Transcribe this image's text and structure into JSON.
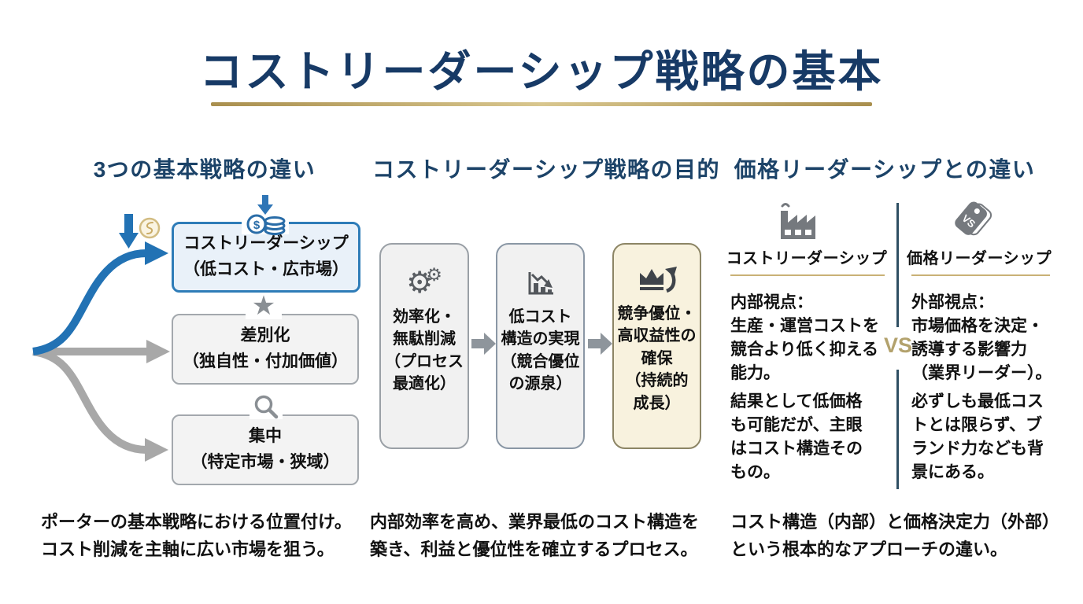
{
  "title": {
    "text": "コストリーダーシップ戦略の基本"
  },
  "palette": {
    "title_navy": "#173a66",
    "heading_blue": "#1c4368",
    "accent_gold": "#b49a57",
    "arrow_blue": "#2272b4",
    "arrow_gray": "#a8a8a8",
    "vs_gold": "#b3a26d",
    "box_blue_fill": "#e9f1f9",
    "box_blue_border": "#2e7cb8",
    "box_gray_fill": "#f3f3f3",
    "box_cream_fill": "#f8f2de",
    "divider_slate": "#2f4f63"
  },
  "glyphs": {
    "star": "★",
    "gear": "⚙",
    "dollar": "$"
  },
  "columns": {
    "basic": {
      "heading": "3つの基本戦略の違い",
      "boxes": [
        {
          "icon": "coins-icon",
          "line1": "コストリーダーシップ",
          "line2": "（低コスト・広市場）"
        },
        {
          "icon": "star-icon",
          "line1": "差別化",
          "line2": "（独自性・付加価値）"
        },
        {
          "icon": "magnifier-icon",
          "line1": "集中",
          "line2": "（特定市場・狭域）"
        }
      ],
      "caption": {
        "line1": "ポーターの基本戦略における位置付け。",
        "line2": "コスト削減を主軸に広い市場を狙う。"
      }
    },
    "purpose": {
      "heading": "コストリーダーシップ戦略の目的",
      "steps": [
        {
          "icon": "gears-icon",
          "lines": [
            "効率化・",
            "無駄削減",
            "（プロセス",
            "最適化）"
          ]
        },
        {
          "icon": "declining-chart-icon",
          "lines": [
            "低コスト",
            "構造の実現",
            "（競合優位",
            "の源泉）"
          ]
        },
        {
          "icon": "crown-growth-icon",
          "lines": [
            "競争優位・",
            "高収益性の",
            "確保",
            "（持続的",
            "成長）"
          ]
        }
      ],
      "caption": {
        "line1": "内部効率を高め、業界最低のコスト構造を",
        "line2": "築き、利益と優位性を確立するプロセス。"
      }
    },
    "difference": {
      "heading": "価格リーダーシップとの違い",
      "vs_label": "VS",
      "left": {
        "icon": "factory-icon",
        "title": "コストリーダーシップ",
        "para1": [
          "内部視点：",
          "生産・運営コストを",
          "競合より低く抑える",
          "能力。"
        ],
        "para2": [
          "結果として低価格",
          "も可能だが、主眼",
          "はコスト構造その",
          "もの。"
        ]
      },
      "right": {
        "icon": "vs-price-tag-icon",
        "tag_label": "VS",
        "title": "価格リーダーシップ",
        "para1": [
          "外部視点：",
          "市場価格を決定・",
          "誘導する影響力",
          "（業界リーダー）。"
        ],
        "para2": [
          "必ずしも最低コス",
          "トとは限らず、ブ",
          "ランド力なども背",
          "景にある。"
        ]
      },
      "caption": {
        "line1": "コスト構造（内部）と価格決定力（外部）",
        "line2": "という根本的なアプローチの違い。"
      }
    }
  }
}
